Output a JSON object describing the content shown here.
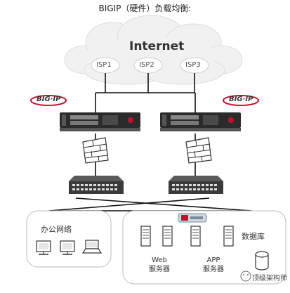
{
  "title": "BIGIP（硬件）负载均衡:",
  "internet_label": "Internet",
  "isps": [
    "ISP1",
    "ISP2",
    "ISP3"
  ],
  "bigip_left": "BIG·IP",
  "bigip_right": "BIG·IP",
  "office": {
    "label": "办公网络"
  },
  "web": {
    "line1": "Web",
    "line2": "服务器"
  },
  "app": {
    "line1": "APP",
    "line2": "服务器"
  },
  "db_label": "数据库",
  "watermark": "顶级架构师",
  "colors": {
    "line": "#111111",
    "device": "#2b2b2b",
    "zone_border": "#bbbbbb",
    "cloud": "#f2f2f2"
  }
}
